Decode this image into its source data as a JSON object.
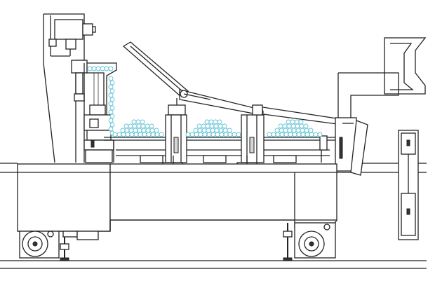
{
  "diagram": {
    "kind": "technical line drawing of an industrial conveyor machine with vertical feeder, inclined chute, pneumatic cylinders and wheeled base",
    "colors": {
      "line": "#222222",
      "background": "#ffffff",
      "beads": "#5fc3d6"
    },
    "bead_heap": {
      "feeder_column_count": 14,
      "heap_rows": 4
    }
  }
}
